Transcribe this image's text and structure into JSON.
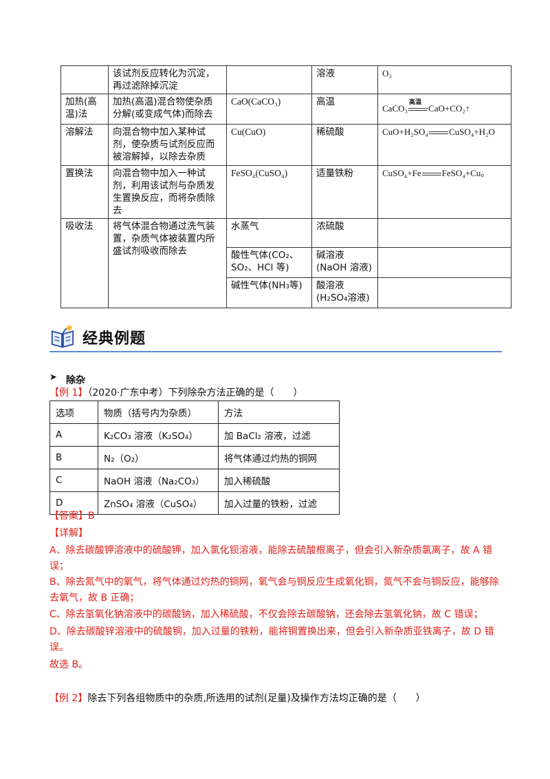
{
  "method_table": {
    "rows": [
      {
        "method": "",
        "desc": "该试剂反应转化为沉淀，再过滤除掉沉淀",
        "substance": "",
        "reagent": "溶液",
        "eq": "O₃"
      },
      {
        "method": "加热(高温)法",
        "desc": "加热(高温)混合物使杂质分解(或变成气体)而除去",
        "substance": "CaO(CaCO₃)",
        "reagent": "高温",
        "eq_left": "CaCO₃",
        "eq_cond": "高温",
        "eq_right": "CaO+CO₂↑"
      },
      {
        "method": "溶解法",
        "desc": "向混合物中加入某种试剂，使杂质与试剂反应而被溶解掉，以除去杂质",
        "substance": "Cu(CuO)",
        "reagent": "稀硫酸",
        "eq_left": "CuO+H₂SO₄",
        "eq_right": "CuSO₄+H₂O"
      },
      {
        "method": "置换法",
        "desc": "向混合物中加入一种试剂，利用该试剂与杂质发生置换反应，而将杂质除去",
        "substance": "FeSO₄(CuSO₄)",
        "reagent": "适量铁粉",
        "eq_left": "CuSO₄+Fe",
        "eq_right": "FeSO₄+Cu。"
      },
      {
        "method": "吸收法",
        "desc": "将气体混合物通过洗气装置，杂质气体被装置内所盛试剂吸收而除去",
        "substance": "水蒸气",
        "reagent": "浓硫酸",
        "eq": ""
      },
      {
        "substance": "酸性气体(CO₂、SO₂、HCl 等)",
        "reagent": "碱溶液(NaOH 溶液)",
        "eq": ""
      },
      {
        "substance": "碱性气体(NH₃等)",
        "reagent": "酸溶液(H₂SO₄溶液)",
        "eq": ""
      }
    ]
  },
  "section": {
    "title": "经典例题",
    "accent": "#5b8bd6",
    "icon": "book-icon"
  },
  "subtitle": "除杂",
  "example1": {
    "tag": "【例 1】",
    "question": "（2020·广东中考）下列除杂方法正确的是（　　）",
    "headers": [
      "选项",
      "物质（括号内为杂质）",
      "方法"
    ],
    "rows": [
      [
        "A",
        "K₂CO₃ 溶液（K₂SO₄）",
        "加 BaCl₂ 溶液，过滤"
      ],
      [
        "B",
        "N₂（O₂）",
        "将气体通过灼热的铜网"
      ],
      [
        "C",
        "NaOH 溶液（Na₂CO₃）",
        "加入稀硫酸"
      ],
      [
        "D",
        "ZnSO₄ 溶液（CuSO₄）",
        "加入过量的铁粉，过滤"
      ]
    ],
    "answer": "【答案】B",
    "detail_label": "【详解】",
    "explanations": [
      "A、除去碳酸钾溶液中的硫酸钾，加入氯化钡溶液，能除去硫酸根离子，但会引入新杂质氯离子，故 A 错误；",
      "B、除去氮气中的氧气，将气体通过灼热的铜网，氧气会与铜反应生成氧化铜，氮气不会与铜反应，能够除去氧气，故 B 正确；",
      "C、除去氢氧化钠溶液中的碳酸钠，加入稀硫酸，不仅会除去碳酸钠，还会除去氢氧化钠，故 C 错误；",
      "D、除去碳酸锌溶液中的硫酸铜，加入过量的铁粉，能将铜置换出来，但会引入新杂质亚铁离子，故 D 错误。"
    ],
    "conclusion": "故选 B。"
  },
  "example2": {
    "tag": "【例 2】",
    "question": "除去下列各组物质中的杂质,所选用的试剂(足量)及操作方法均正确的是（　　）"
  },
  "colors": {
    "red": "#e0211b",
    "accent": "#5b8bd6"
  }
}
